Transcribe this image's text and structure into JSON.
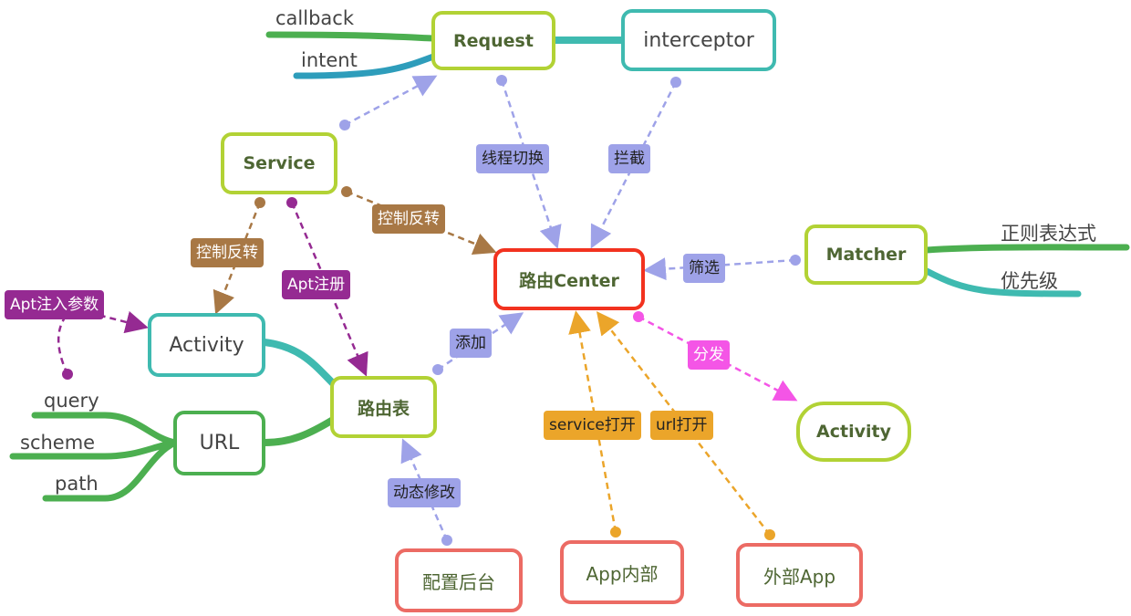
{
  "title": "路由Center mind map",
  "colors": {
    "center_border": "#f2321f",
    "node_border_green": "#b2d235",
    "node_border_teal": "#3fbab0",
    "node_border_darkgreen": "#4caf50",
    "node_border_salmon": "#ec6b64",
    "lavender": "#9ea2e8",
    "brown": "#a87845",
    "purple": "#952a92",
    "orange": "#eba52a",
    "pink": "#f455e6"
  },
  "nodes": {
    "center": "路由Center",
    "request": "Request",
    "interceptor": "interceptor",
    "service": "Service",
    "matcher": "Matcher",
    "activity_left": "Activity",
    "route_table": "路由表",
    "url": "URL",
    "activity_right": "Activity",
    "config_backend": "配置后台",
    "app_internal": "App内部",
    "external_app": "外部App"
  },
  "leaves": {
    "callback": "callback",
    "intent": "intent",
    "query": "query",
    "scheme": "scheme",
    "path": "path",
    "regex": "正则表达式",
    "priority": "优先级"
  },
  "edge_labels": {
    "thread_switch": "线程切换",
    "intercept": "拦截",
    "ioc_service_center": "控制反转",
    "ioc_service_activity": "控制反转",
    "apt_register": "Apt注册",
    "apt_inject": "Apt注入参数",
    "add": "添加",
    "filter": "筛选",
    "dispatch": "分发",
    "service_open": "service打开",
    "url_open": "url打开",
    "dynamic_modify": "动态修改"
  }
}
